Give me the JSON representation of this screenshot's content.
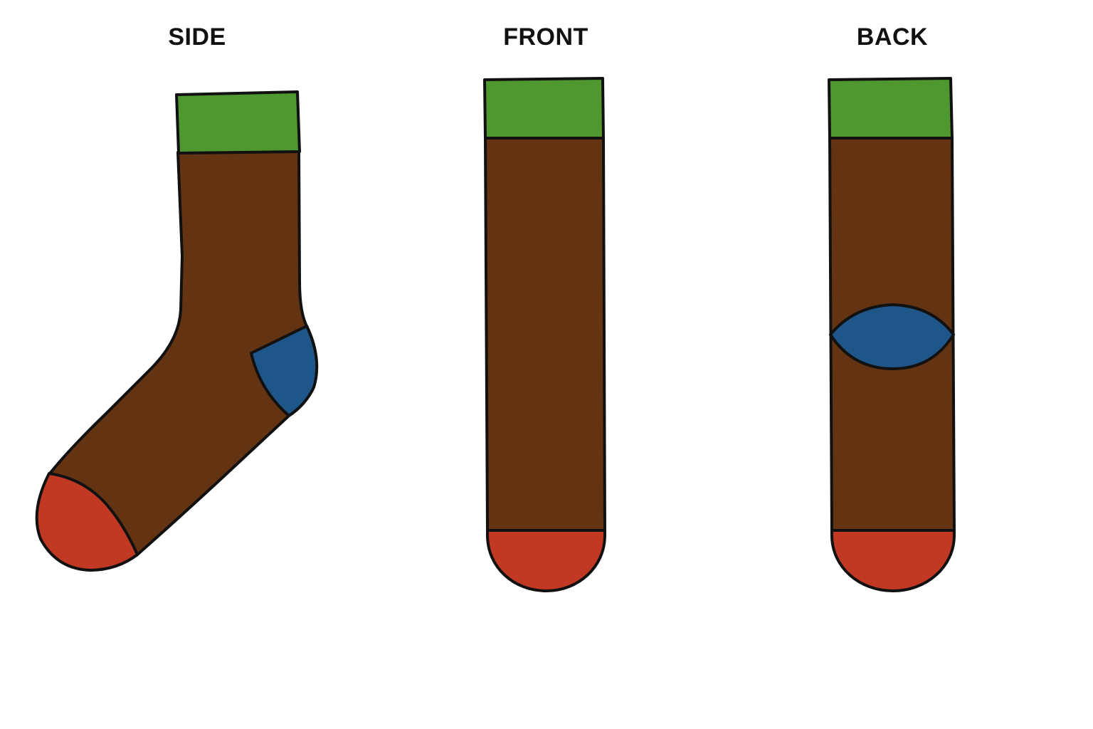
{
  "views": {
    "side": {
      "label": "SIDE"
    },
    "front": {
      "label": "FRONT"
    },
    "back": {
      "label": "BACK"
    }
  },
  "colors": {
    "cuff": "#4E982F",
    "body": "#643312",
    "heel": "#1F5689",
    "toe": "#C13823",
    "outline": "#111111",
    "background": "#FFFFFF"
  }
}
